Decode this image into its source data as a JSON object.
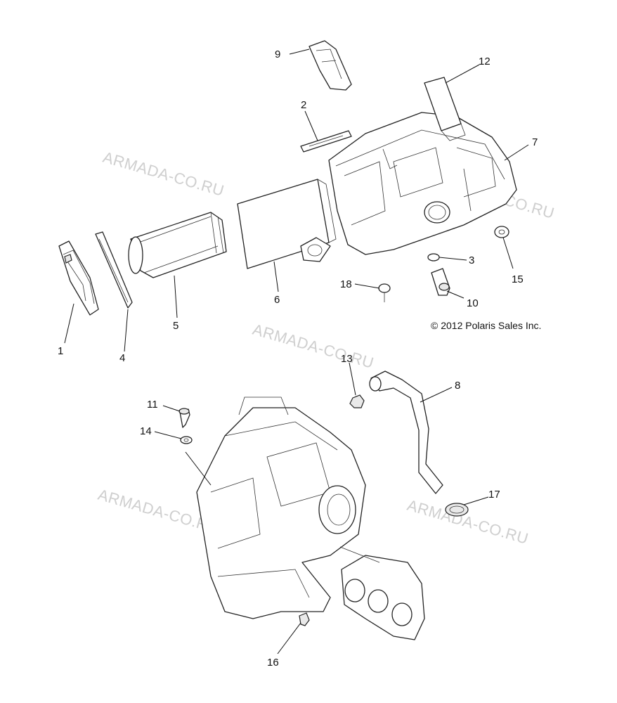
{
  "copyright": "© 2012 Polaris Sales Inc.",
  "watermark_text": "ARMADA-CO.RU",
  "callouts": [
    {
      "id": "1",
      "label": "1"
    },
    {
      "id": "2",
      "label": "2"
    },
    {
      "id": "3",
      "label": "3"
    },
    {
      "id": "4",
      "label": "4"
    },
    {
      "id": "5",
      "label": "5"
    },
    {
      "id": "6",
      "label": "6"
    },
    {
      "id": "7",
      "label": "7"
    },
    {
      "id": "8",
      "label": "8"
    },
    {
      "id": "9",
      "label": "9"
    },
    {
      "id": "10",
      "label": "10"
    },
    {
      "id": "11",
      "label": "11"
    },
    {
      "id": "12",
      "label": "12"
    },
    {
      "id": "13",
      "label": "13"
    },
    {
      "id": "14",
      "label": "14"
    },
    {
      "id": "15",
      "label": "15"
    },
    {
      "id": "16",
      "label": "16"
    },
    {
      "id": "17",
      "label": "17"
    },
    {
      "id": "18",
      "label": "18"
    }
  ],
  "colors": {
    "line": "#222222",
    "watermark": "#cfcfcf",
    "background": "#ffffff"
  }
}
